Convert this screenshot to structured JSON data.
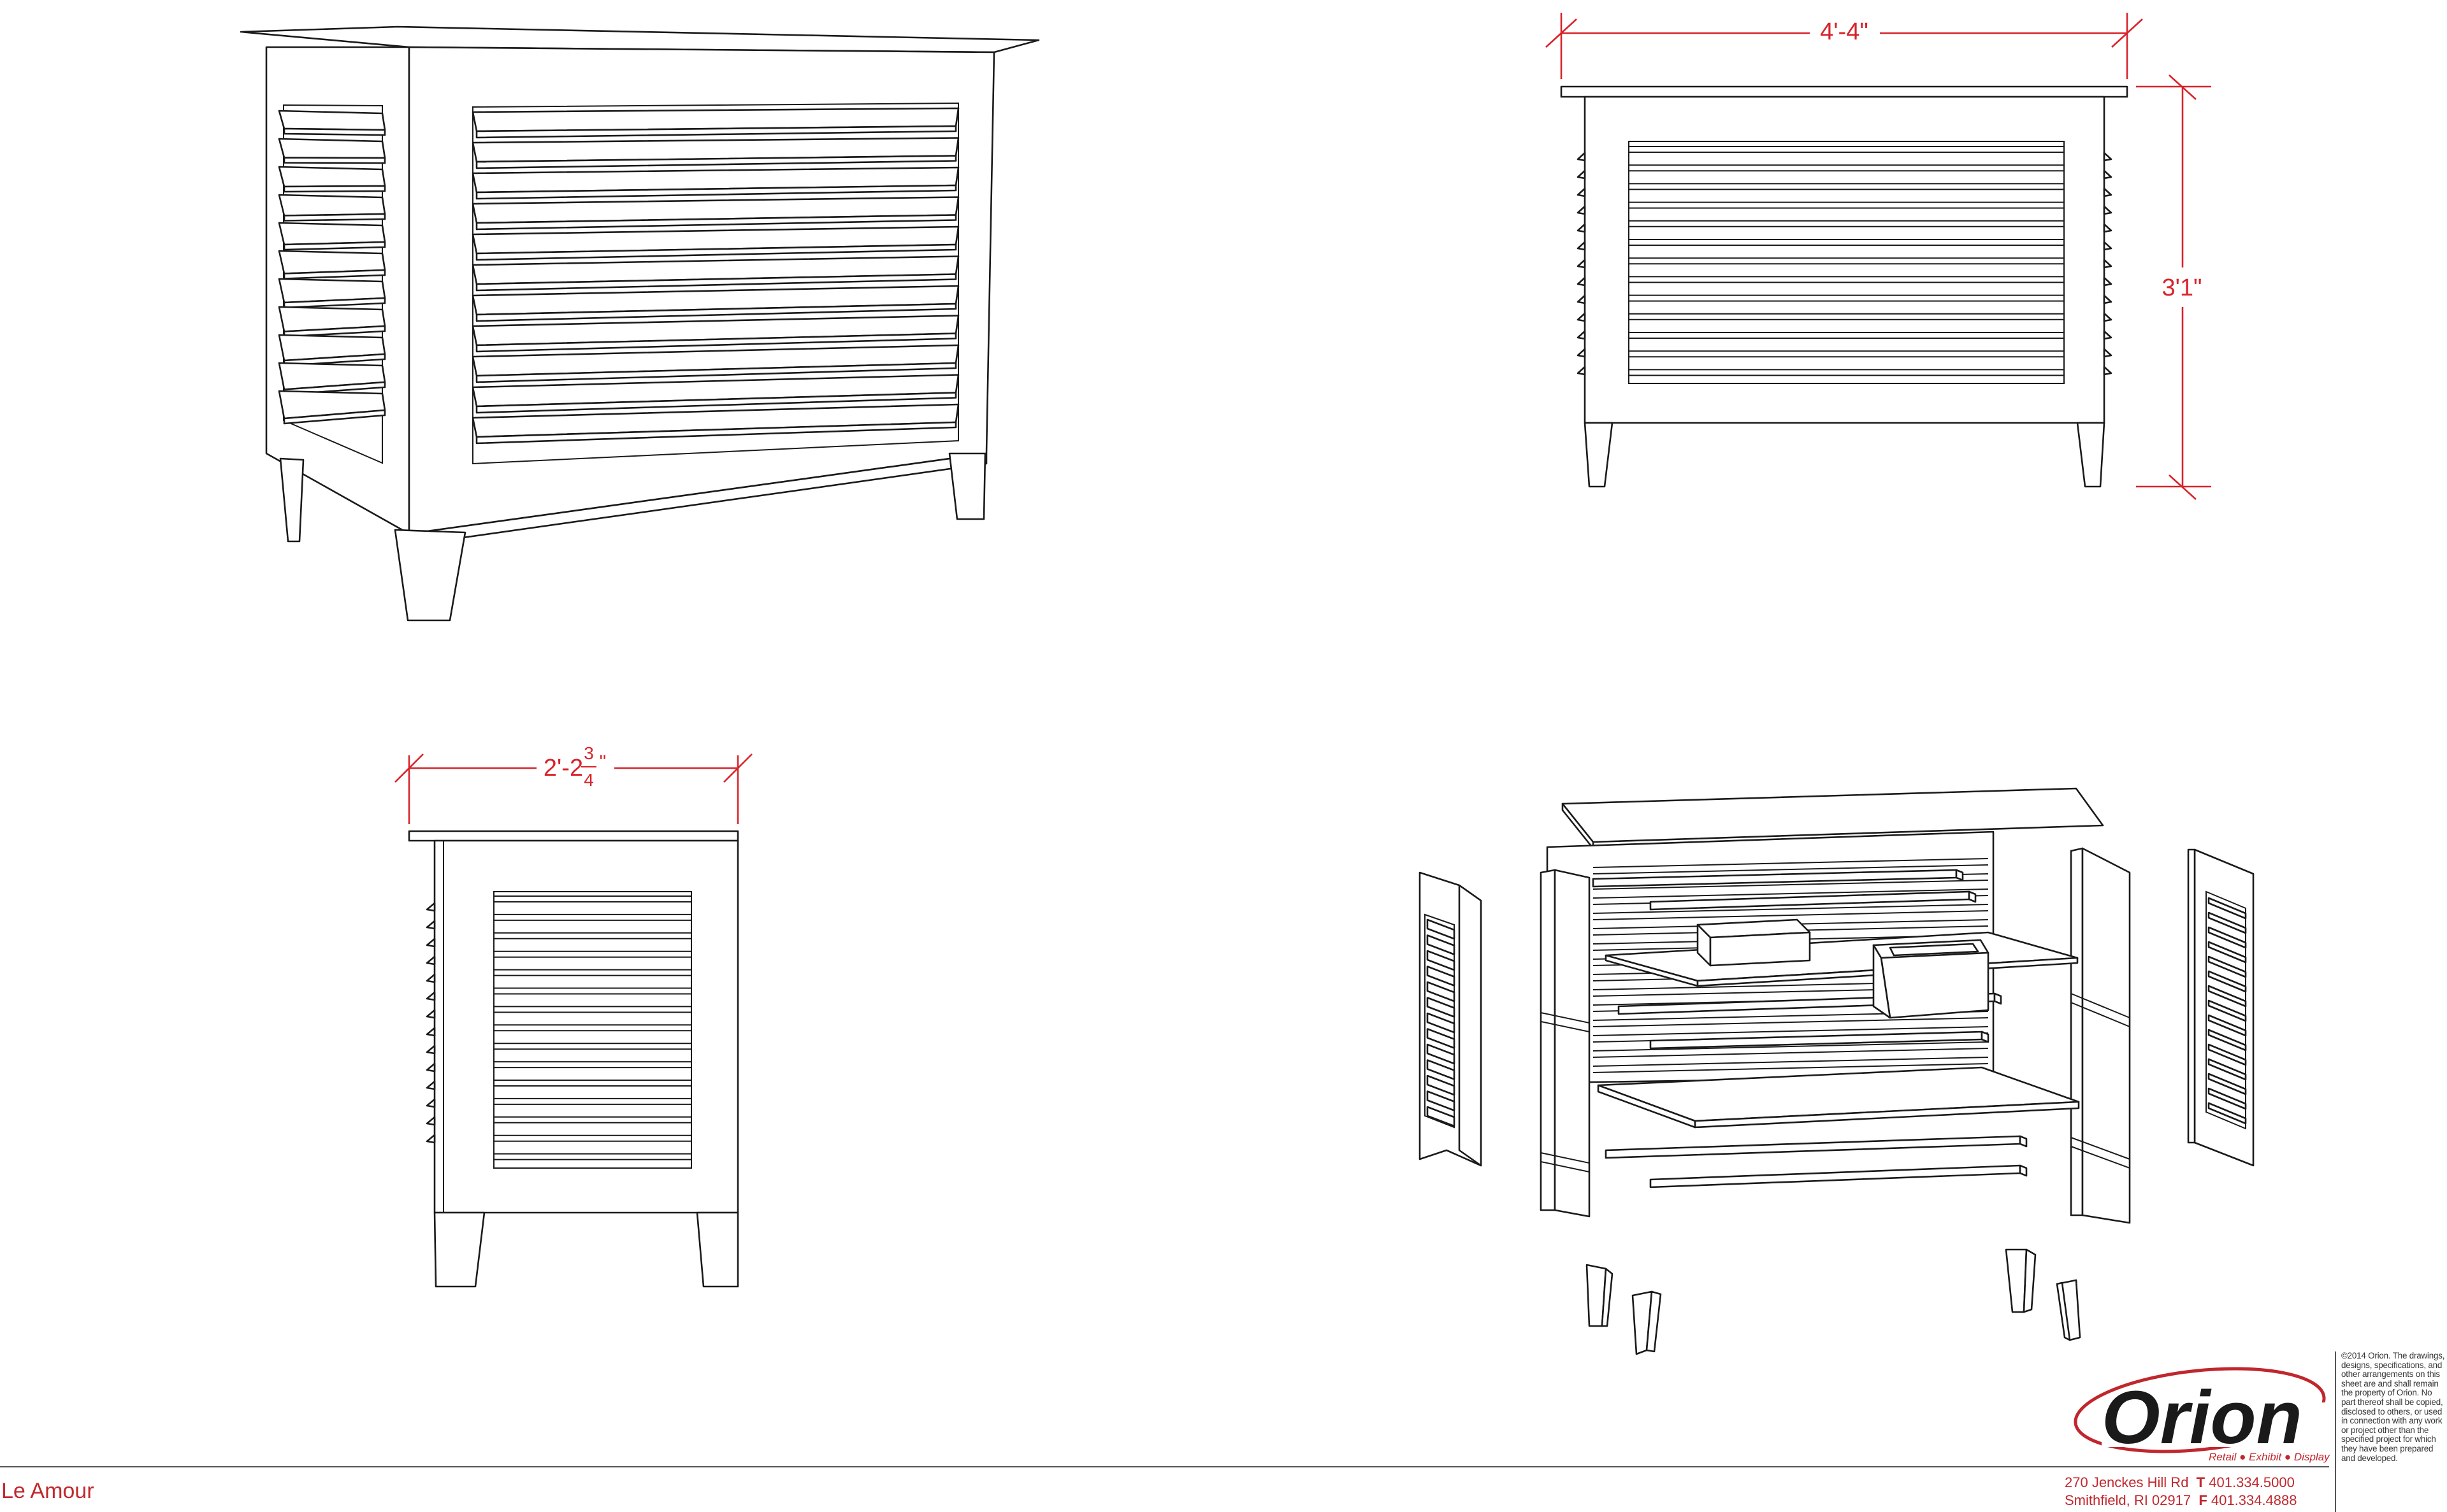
{
  "drawing": {
    "title": "Le Amour",
    "dimensions": {
      "width": "4'-4\"",
      "height": "3'1\"",
      "depth_whole": "2'-2",
      "depth_frac_num": "3",
      "depth_frac_den": "4",
      "depth_unit": "\""
    }
  },
  "company": {
    "name": "Orion",
    "tagline": "Retail ● Exhibit ● Display",
    "address_line1": "270 Jenckes Hill Rd",
    "address_line2": "Smithfield, RI 02917",
    "phone_label": "T",
    "phone": "401.334.5000",
    "fax_label": "F",
    "fax": "401.334.4888",
    "legal": "©2014 Orion. The drawings, designs, specifications, and other arrangements on this sheet are and shall remain the property of Orion.  No part thereof shall be copied, disclosed to others, or used in connection with any work or project other than the specified project for which they have been prepared and developed."
  },
  "colors": {
    "accent": "#d8232a",
    "line": "#1a1a1a"
  }
}
